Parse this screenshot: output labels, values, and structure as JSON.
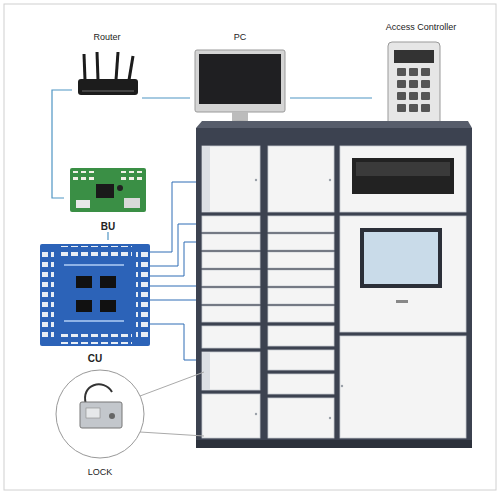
{
  "diagram": {
    "nodes": [
      {
        "text": [
          "Router"
        ]
      },
      {
        "text": [
          "PC"
        ]
      },
      {
        "text": [
          "Access Controller"
        ]
      },
      {
        "text": [
          "BU"
        ]
      },
      {
        "text": [
          "CU"
        ]
      },
      {
        "text": [
          "LOCK"
        ]
      }
    ],
    "edges": [
      {
        "from": 0,
        "to": 1,
        "arrow": "none"
      },
      {
        "from": 1,
        "to": 2,
        "arrow": "none"
      },
      {
        "from": 0,
        "to": 3,
        "arrow": "none"
      },
      {
        "from": 3,
        "to": 4,
        "arrow": "none"
      }
    ]
  }
}
